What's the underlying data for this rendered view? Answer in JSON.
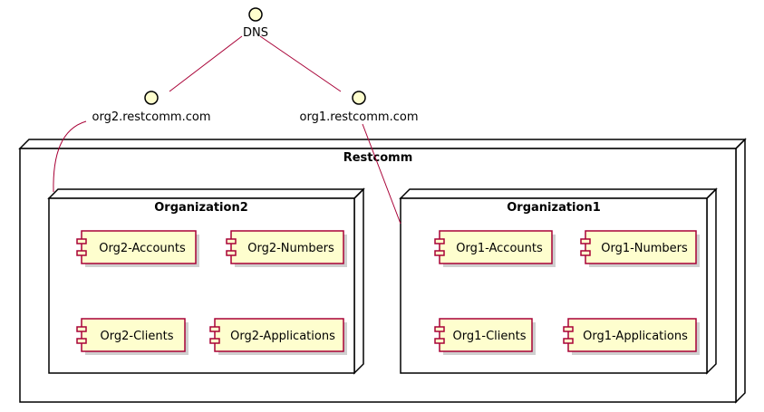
{
  "dns": {
    "label": "DNS"
  },
  "endpoints": {
    "org2": "org2.restcomm.com",
    "org1": "org1.restcomm.com"
  },
  "restcomm": {
    "title": "Restcomm"
  },
  "organizations": {
    "org2": {
      "title": "Organization2",
      "components": {
        "accounts": "Org2-Accounts",
        "numbers": "Org2-Numbers",
        "clients": "Org2-Clients",
        "applications": "Org2-Applications"
      }
    },
    "org1": {
      "title": "Organization1",
      "components": {
        "accounts": "Org1-Accounts",
        "numbers": "Org1-Numbers",
        "clients": "Org1-Clients",
        "applications": "Org1-Applications"
      }
    }
  },
  "colors": {
    "component_fill": "#FEFECE",
    "component_border": "#A80036",
    "link_line": "#A80036",
    "node_border": "#000000"
  }
}
